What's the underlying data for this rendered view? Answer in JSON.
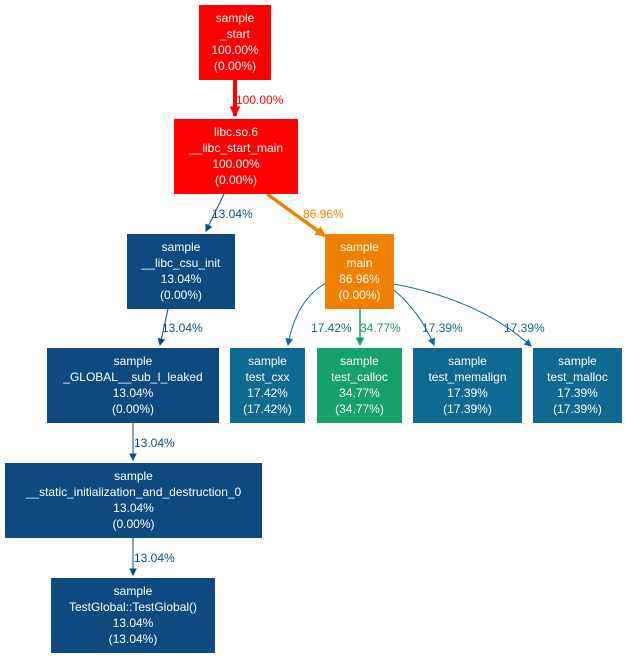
{
  "colors": {
    "red": "#ff0000",
    "orange": "#ef8000",
    "green": "#16a06a",
    "teal": "#0f6a91",
    "navy": "#0e4a80",
    "white": "#ffffff"
  },
  "nodes": [
    {
      "id": "start",
      "lines": [
        "sample",
        "_start",
        "100.00%",
        "(0.00%)"
      ],
      "color": "red"
    },
    {
      "id": "libc_start_main",
      "lines": [
        "libc.so.6",
        "__libc_start_main",
        "100.00%",
        "(0.00%)"
      ],
      "color": "red"
    },
    {
      "id": "libc_csu_init",
      "lines": [
        "sample",
        "__libc_csu_init",
        "13.04%",
        "(0.00%)"
      ],
      "color": "navy"
    },
    {
      "id": "main",
      "lines": [
        "sample",
        "main",
        "86.96%",
        "(0.00%)"
      ],
      "color": "orange"
    },
    {
      "id": "global_sub_leaked",
      "lines": [
        "sample",
        "_GLOBAL__sub_I_leaked",
        "13.04%",
        "(0.00%)"
      ],
      "color": "navy"
    },
    {
      "id": "test_cxx",
      "lines": [
        "sample",
        "test_cxx",
        "17.42%",
        "(17.42%)"
      ],
      "color": "teal"
    },
    {
      "id": "test_calloc",
      "lines": [
        "sample",
        "test_calloc",
        "34.77%",
        "(34.77%)"
      ],
      "color": "green"
    },
    {
      "id": "test_memalign",
      "lines": [
        "sample",
        "test_memalign",
        "17.39%",
        "(17.39%)"
      ],
      "color": "teal"
    },
    {
      "id": "test_malloc",
      "lines": [
        "sample",
        "test_malloc",
        "17.39%",
        "(17.39%)"
      ],
      "color": "teal"
    },
    {
      "id": "static_init",
      "lines": [
        "sample",
        "__static_initialization_and_destruction_0",
        "13.04%",
        "(0.00%)"
      ],
      "color": "navy"
    },
    {
      "id": "testglobal",
      "lines": [
        "sample",
        "TestGlobal::TestGlobal()",
        "13.04%",
        "(13.04%)"
      ],
      "color": "navy"
    }
  ],
  "edges": [
    {
      "from": "start",
      "to": "libc_start_main",
      "label": "100.00%",
      "color": "red"
    },
    {
      "from": "libc_start_main",
      "to": "libc_csu_init",
      "label": "13.04%",
      "color": "navy"
    },
    {
      "from": "libc_start_main",
      "to": "main",
      "label": "86.96%",
      "color": "orange"
    },
    {
      "from": "libc_csu_init",
      "to": "global_sub_leaked",
      "label": "13.04%",
      "color": "navy"
    },
    {
      "from": "main",
      "to": "test_cxx",
      "label": "17.42%",
      "color": "teal"
    },
    {
      "from": "main",
      "to": "test_calloc",
      "label": "34.77%",
      "color": "green"
    },
    {
      "from": "main",
      "to": "test_memalign",
      "label": "17.39%",
      "color": "teal"
    },
    {
      "from": "main",
      "to": "test_malloc",
      "label": "17.39%",
      "color": "teal"
    },
    {
      "from": "global_sub_leaked",
      "to": "static_init",
      "label": "13.04%",
      "color": "navy"
    },
    {
      "from": "static_init",
      "to": "testglobal",
      "label": "13.04%",
      "color": "navy"
    }
  ]
}
